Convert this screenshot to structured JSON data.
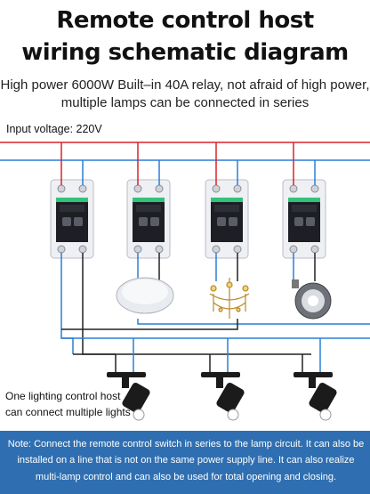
{
  "header": {
    "title_line1": "Remote control host",
    "title_line2": "wiring schematic diagram",
    "subtitle_line1": "High power 6000W Built–in 40A relay, not afraid of high power,",
    "subtitle_line2": "multiple lamps can be connected in series"
  },
  "diagram": {
    "input_voltage_label": "Input voltage: 220V",
    "wire_colors": {
      "live": "#d8232a",
      "neutral": "#2a7fd4",
      "load": "#222222"
    },
    "switch_count": 4,
    "lamps": [
      "ceiling-lamp",
      "crystal-chandelier",
      "floodlight"
    ],
    "track_light_count": 3
  },
  "side_note": {
    "line1": "One lighting control host",
    "line2": "can connect multiple lights"
  },
  "footer": {
    "note": "Note: Connect the remote control switch in series to the lamp circuit. It can also be installed on a line that is not on the same power supply line. It can also realize multi-lamp control and can also be used for total opening and closing.",
    "background": "#2f6fb1"
  }
}
